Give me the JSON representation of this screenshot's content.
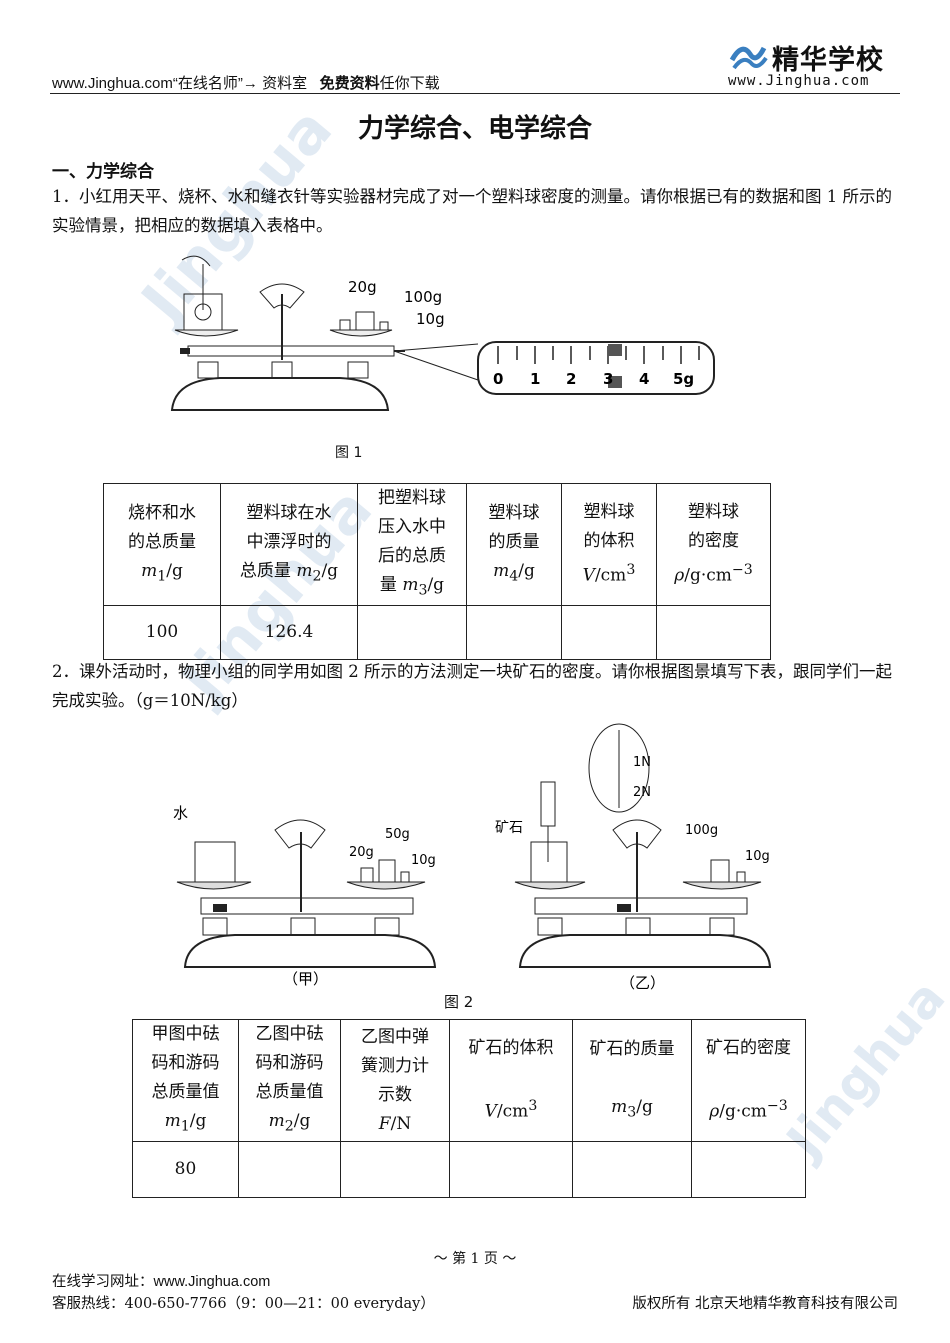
{
  "header": {
    "site": "www.Jinghua.com",
    "teacher": "“在线名师”",
    "arrow": "→",
    "room": "资料室",
    "free": "免费资料",
    "download": "任你下载",
    "logo_brand": "精华学校",
    "logo_url": "www.Jinghua.com"
  },
  "title": "力学综合、电学综合",
  "section1": "一、力学综合",
  "q1": {
    "text": "1．小红用天平、烧杯、水和缝衣针等实验器材完成了对一个塑料球密度的测量。请你根据已有的数据和图 1 所示的实验情景，把相应的数据填入表格中。",
    "fig_caption": "图 1",
    "weights": [
      "20g",
      "100g",
      "10g"
    ],
    "scale_ticks": [
      "0",
      "1",
      "2",
      "3",
      "4",
      "5g"
    ],
    "headers": [
      [
        "烧杯和水",
        "的总质量",
        "m1/g"
      ],
      [
        "塑料球在水",
        "中漂浮时的",
        "总质量 m2/g"
      ],
      [
        "把塑料球",
        "压入水中",
        "后的总质",
        "量 m3/g"
      ],
      [
        "塑料球",
        "的质量",
        "m4/g"
      ],
      [
        "塑料球",
        "的体积",
        "V/cm3"
      ],
      [
        "塑料球",
        "的密度",
        "ρ/g·cm−3"
      ]
    ],
    "row": [
      "100",
      "126.4",
      "",
      "",
      "",
      ""
    ]
  },
  "q2": {
    "text": "2．课外活动时，物理小组的同学用如图 2 所示的方法测定一块矿石的密度。请你根据图景填写下表，跟同学们一起完成实验。（g＝10N/kg）",
    "fig_caption": "图 2",
    "label_jia": "（甲）",
    "label_yi": "（乙）",
    "label_water": "水",
    "label_ore": "矿石",
    "weights_jia": [
      "50g",
      "20g",
      "10g"
    ],
    "weights_yi": [
      "100g",
      "10g"
    ],
    "spring_labels": [
      "1N",
      "2N"
    ],
    "headers": [
      [
        "甲图中砝",
        "码和游码",
        "总质量值",
        "m1/g"
      ],
      [
        "乙图中砝",
        "码和游码",
        "总质量值",
        "m2/g"
      ],
      [
        "乙图中弹",
        "簧测力计",
        "示数",
        "F/N"
      ],
      [
        "矿石的体积",
        "V/cm3"
      ],
      [
        "矿石的质量",
        "m3/g"
      ],
      [
        "矿石的密度",
        "ρ/g·cm−3"
      ]
    ],
    "row": [
      "80",
      "",
      "",
      "",
      "",
      ""
    ]
  },
  "footer": {
    "page": "～ 第  1 页 ～",
    "site_label": "在线学习网址：",
    "site": "www.Jinghua.com",
    "hotline": "客服热线：400-650-7766（9：00—21：00 everyday）",
    "copyright": "版权所有  北京天地精华教育科技有限公司"
  }
}
